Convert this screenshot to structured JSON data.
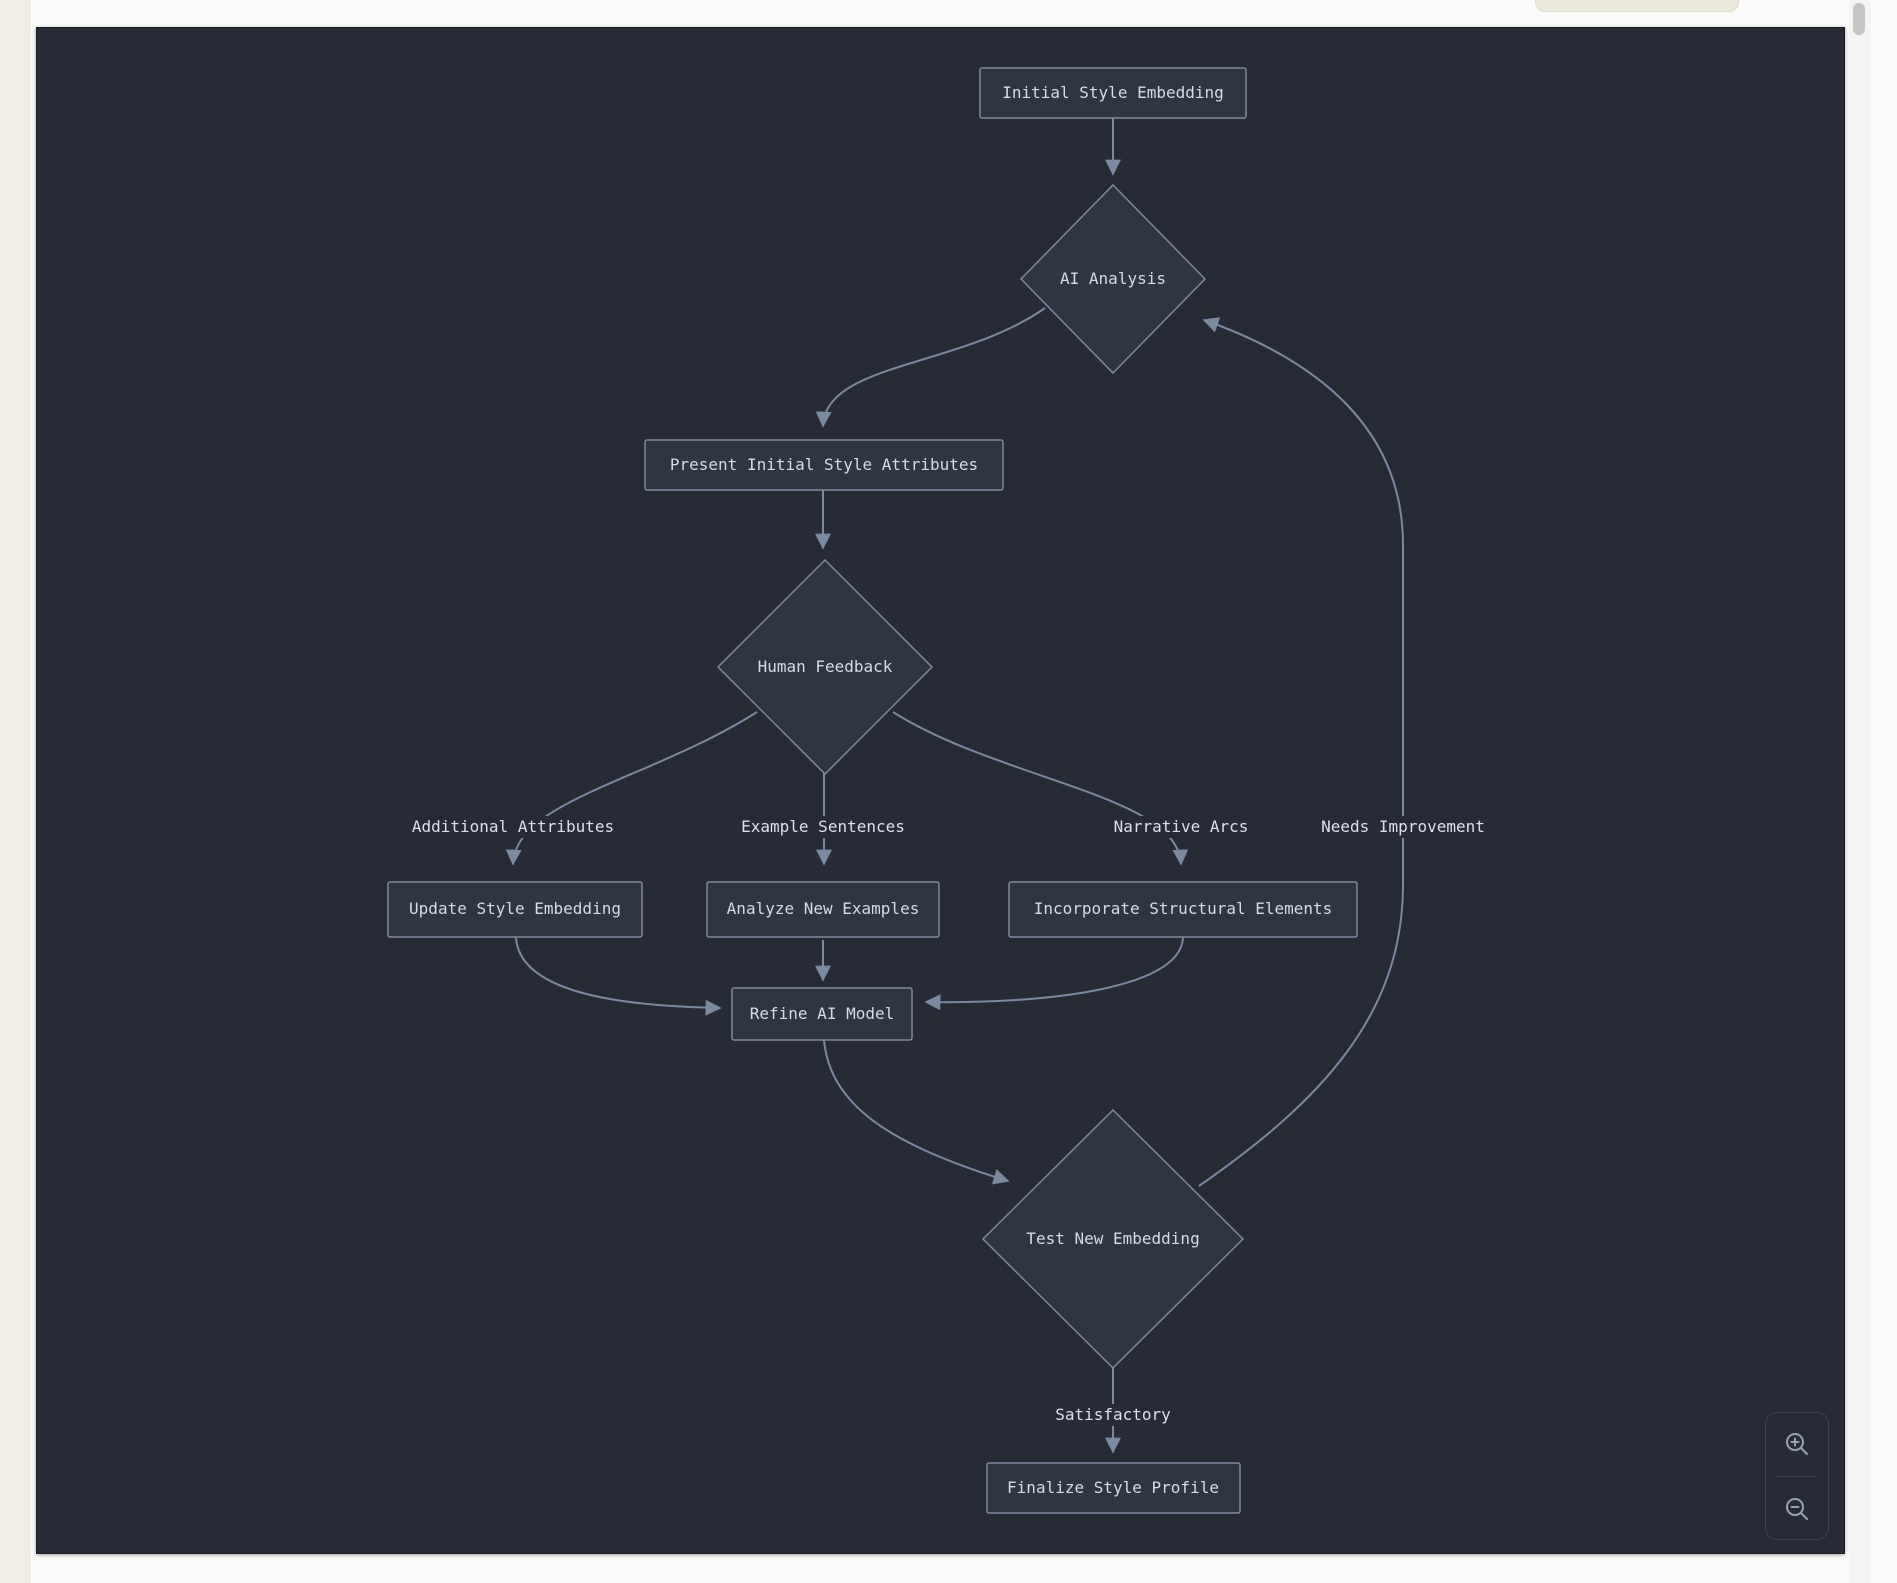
{
  "diagram": {
    "type": "flowchart",
    "nodes": [
      {
        "id": "initial",
        "shape": "rect",
        "label": "Initial Style Embedding"
      },
      {
        "id": "ai_analysis",
        "shape": "diamond",
        "label": "AI Analysis"
      },
      {
        "id": "present",
        "shape": "rect",
        "label": "Present Initial Style Attributes"
      },
      {
        "id": "feedback",
        "shape": "diamond",
        "label": "Human Feedback"
      },
      {
        "id": "update",
        "shape": "rect",
        "label": "Update Style Embedding"
      },
      {
        "id": "analyze",
        "shape": "rect",
        "label": "Analyze New Examples"
      },
      {
        "id": "incorporate",
        "shape": "rect",
        "label": "Incorporate Structural Elements"
      },
      {
        "id": "refine",
        "shape": "rect",
        "label": "Refine AI Model"
      },
      {
        "id": "test",
        "shape": "diamond",
        "label": "Test New Embedding"
      },
      {
        "id": "finalize",
        "shape": "rect",
        "label": "Finalize Style Profile"
      }
    ],
    "edges": [
      {
        "from": "initial",
        "to": "ai_analysis",
        "label": ""
      },
      {
        "from": "ai_analysis",
        "to": "present",
        "label": ""
      },
      {
        "from": "present",
        "to": "feedback",
        "label": ""
      },
      {
        "from": "feedback",
        "to": "update",
        "label": "Additional Attributes"
      },
      {
        "from": "feedback",
        "to": "analyze",
        "label": "Example Sentences"
      },
      {
        "from": "feedback",
        "to": "incorporate",
        "label": "Narrative Arcs"
      },
      {
        "from": "update",
        "to": "refine",
        "label": ""
      },
      {
        "from": "analyze",
        "to": "refine",
        "label": ""
      },
      {
        "from": "incorporate",
        "to": "refine",
        "label": ""
      },
      {
        "from": "refine",
        "to": "test",
        "label": ""
      },
      {
        "from": "test",
        "to": "ai_analysis",
        "label": "Needs Improvement"
      },
      {
        "from": "test",
        "to": "finalize",
        "label": "Satisfactory"
      }
    ],
    "edge_labels": [
      {
        "label": "Additional Attributes"
      },
      {
        "label": "Example Sentences"
      },
      {
        "label": "Narrative Arcs"
      },
      {
        "label": "Needs Improvement"
      },
      {
        "label": "Satisfactory"
      }
    ],
    "colors": {
      "canvas_background": "#262b36",
      "node_fill": "#2f3642",
      "node_border": "#7e8ba0",
      "edge_line": "#7b8aa1",
      "node_text": "#d5dbe7",
      "page_background": "#fbfbf9",
      "left_strip": "#f1ede5",
      "scrollbar_thumb": "#c5c5c5"
    }
  },
  "controls": {
    "zoom_in_icon": "magnifier-plus",
    "zoom_out_icon": "magnifier-minus"
  }
}
